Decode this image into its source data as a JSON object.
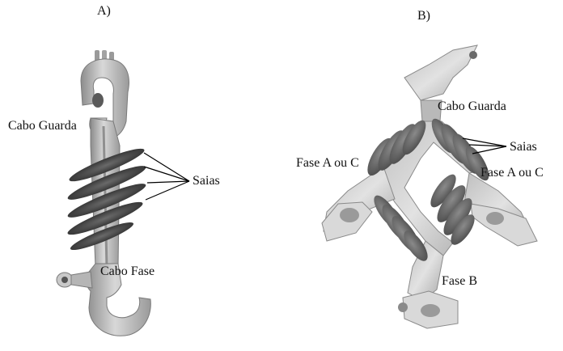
{
  "panel_a": {
    "label": "A)",
    "callouts": {
      "ground_wire": "Cabo Guarda",
      "skirts": "Saias",
      "phase_wire": "Cabo Fase"
    }
  },
  "panel_b": {
    "label": "B)",
    "callouts": {
      "ground_wire": "Cabo Guarda",
      "skirts": "Saias",
      "phase_left": "Fase A ou C",
      "phase_right": "Fase A ou C",
      "phase_b": "Fase B"
    }
  },
  "colors": {
    "body_light": "#d2d2d2",
    "body_mid": "#a9a9a9",
    "body_dark": "#6e6e6e",
    "skirt_dark": "#3c3c3c",
    "skirt_mid": "#666666",
    "leader": "#000000"
  }
}
